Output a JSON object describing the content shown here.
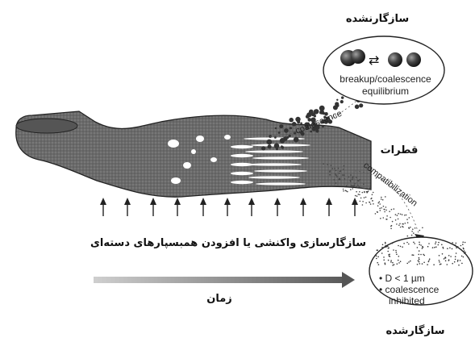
{
  "labels": {
    "incompatible": "سازگارنشده",
    "compatible": "سازگارشده",
    "droplets": "قطرات",
    "method": "سازگارسازی واکنشی یا افزودن همبسپارهای دسته‌ای",
    "time": "زمان"
  },
  "top_bubble": {
    "line1": "breakup/coalescence",
    "line2": "equilibrium"
  },
  "path_labels": {
    "upper": "coalescence",
    "lower": "compatibilization"
  },
  "bottom_bubble": {
    "bullet1": "• D < 1 µm",
    "bullet2": "• coalescence",
    "bullet3": "inhibited"
  },
  "colors": {
    "ink": "#222222",
    "polymer_fill": "#6d6d6d"
  }
}
